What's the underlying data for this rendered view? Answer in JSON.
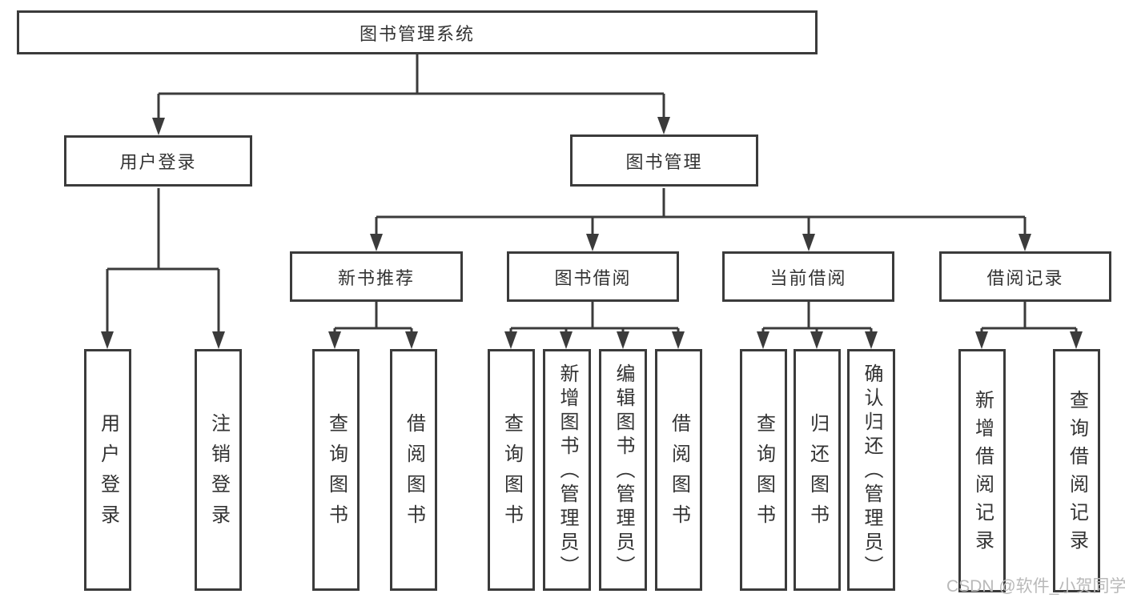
{
  "tree": {
    "root": {
      "label": "图书管理系统"
    },
    "level2": [
      {
        "label": "用户登录",
        "children": [
          {
            "label": "用户登录"
          },
          {
            "label": "注销登录"
          }
        ]
      },
      {
        "label": "图书管理",
        "children": [
          {
            "label": "新书推荐",
            "children": [
              {
                "label": "查询图书"
              },
              {
                "label": "借阅图书"
              }
            ]
          },
          {
            "label": "图书借阅",
            "children": [
              {
                "label": "查询图书"
              },
              {
                "label": "新增图书（管理员）"
              },
              {
                "label": "编辑图书（管理员）"
              },
              {
                "label": "借阅图书"
              }
            ]
          },
          {
            "label": "当前借阅",
            "children": [
              {
                "label": "查询图书"
              },
              {
                "label": "归还图书"
              },
              {
                "label": "确认归还（管理员）"
              }
            ]
          },
          {
            "label": "借阅记录",
            "children": [
              {
                "label": "新增借阅记录"
              },
              {
                "label": "查询借阅记录"
              }
            ]
          }
        ]
      }
    ]
  },
  "watermark": {
    "text": "CSDN @软件_小贺同学"
  },
  "colors": {
    "line": "#3b3b3b",
    "box_fill": "#ffffff",
    "text": "#333333",
    "watermark": "#b9b9b9",
    "background": "#ffffff"
  }
}
